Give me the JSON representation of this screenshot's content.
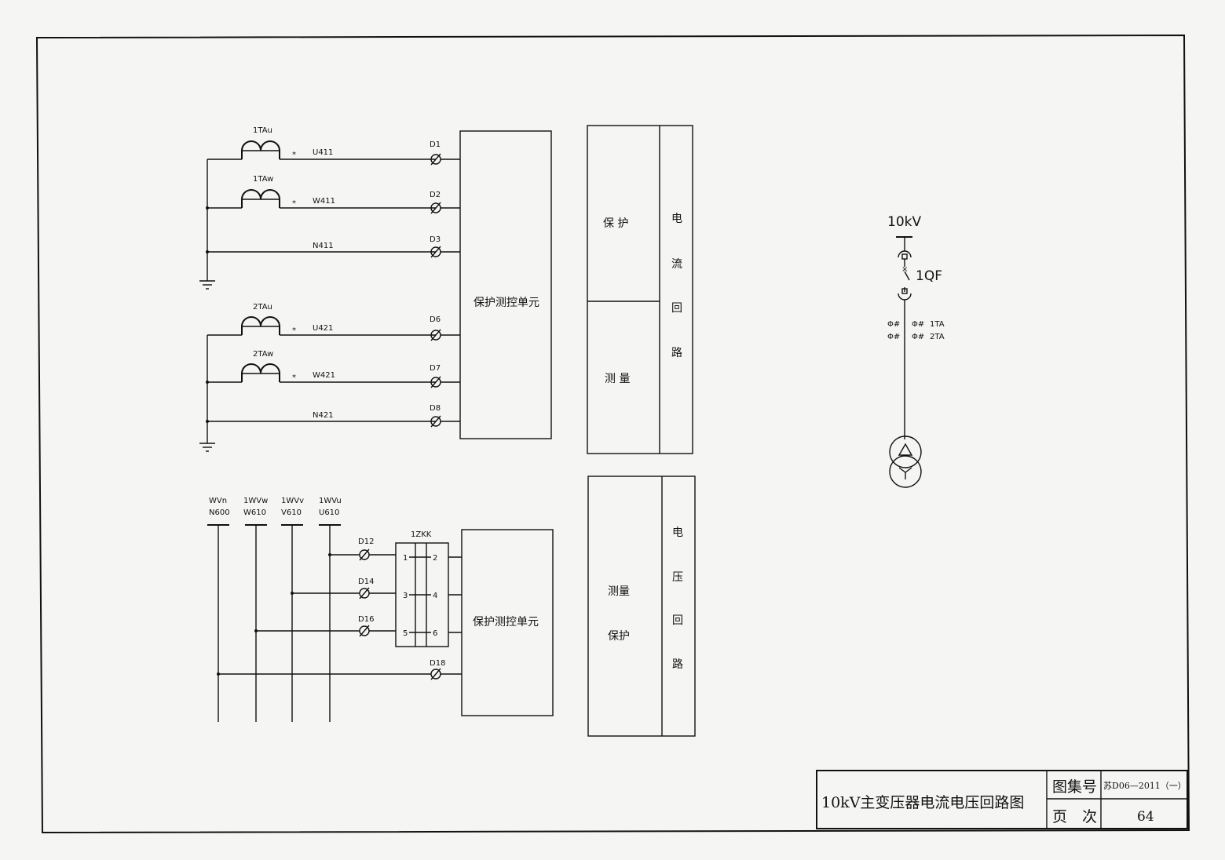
{
  "title_block": {
    "drawing_title": "10kV主变压器电流电压回路图",
    "atlas_no_label": "图集号",
    "atlas_no_value": "苏D06—2011（一）",
    "page_label": "页　次",
    "page_value": "64"
  },
  "current_circuit": {
    "ct_labels": [
      "1TAu",
      "1TAw",
      "2TAu",
      "2TAw"
    ],
    "wire_labels": [
      "U411",
      "W411",
      "N411",
      "U421",
      "W421",
      "N421"
    ],
    "terminals": [
      "D1",
      "D2",
      "D3",
      "D6",
      "D7",
      "D8"
    ],
    "polarity_mark": "*",
    "unit_label": "保护测控单元",
    "func_protect": "保 护",
    "func_measure": "测 量",
    "loop_chars": [
      "电",
      "流",
      "回",
      "路"
    ]
  },
  "voltage_circuit": {
    "bus_labels": [
      {
        "top": "WVn",
        "bottom": "N600"
      },
      {
        "top": "1WVw",
        "bottom": "W610"
      },
      {
        "top": "1WVv",
        "bottom": "V610"
      },
      {
        "top": "1WVu",
        "bottom": "U610"
      }
    ],
    "terminals": [
      "D12",
      "D14",
      "D16",
      "D18"
    ],
    "switch_label": "1ZKK",
    "switch_contacts": [
      "1",
      "2",
      "3",
      "4",
      "5",
      "6"
    ],
    "unit_label": "保护测控单元",
    "func_measure": "测量",
    "func_protect": "保护",
    "loop_chars": [
      "电",
      "压",
      "回",
      "路"
    ]
  },
  "single_line": {
    "voltage_label": "10kV",
    "breaker_label": "1QF",
    "ct1_label": "1TA",
    "ct2_label": "2TA",
    "ct_mark": "Φ#"
  }
}
